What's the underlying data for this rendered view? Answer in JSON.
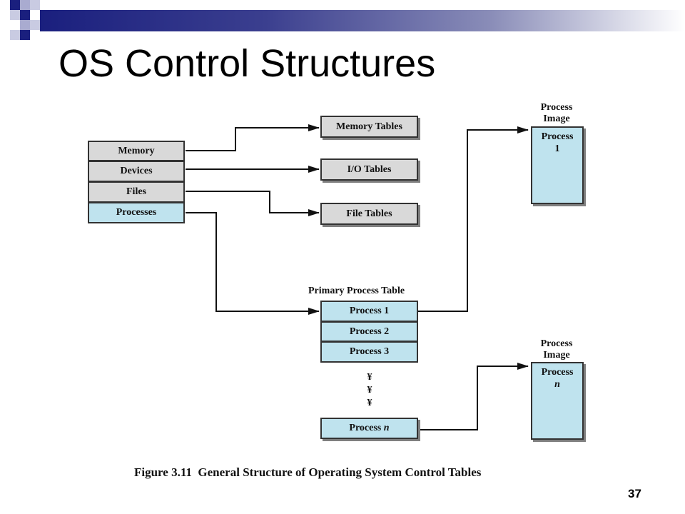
{
  "slide": {
    "title": "OS Control Structures",
    "page_number": "37",
    "caption": "Figure 3.11  General Structure of Operating System Control Tables"
  },
  "diagram": {
    "control_stack": [
      "Memory",
      "Devices",
      "Files",
      "Processes"
    ],
    "tables": {
      "memory": "Memory Tables",
      "io": "I/O Tables",
      "file": "File Tables"
    },
    "primary_process_table": {
      "heading": "Primary Process Table",
      "rows": [
        "Process 1",
        "Process 2",
        "Process 3"
      ],
      "ellipsis": [
        "¥",
        "¥",
        "¥"
      ],
      "last_row": {
        "text": "Process ",
        "italic": "n"
      }
    },
    "process_images": [
      {
        "heading_line1": "Process",
        "heading_line2": "Image",
        "line1": "Process",
        "line2": "1"
      },
      {
        "heading_line1": "Process",
        "heading_line2": "Image",
        "line1": "Process",
        "line2": "n"
      }
    ]
  },
  "colors": {
    "gray_box": "#d9d9d9",
    "blue_box": "#bfe3ee",
    "banner_dark": "#1a1f7e"
  }
}
